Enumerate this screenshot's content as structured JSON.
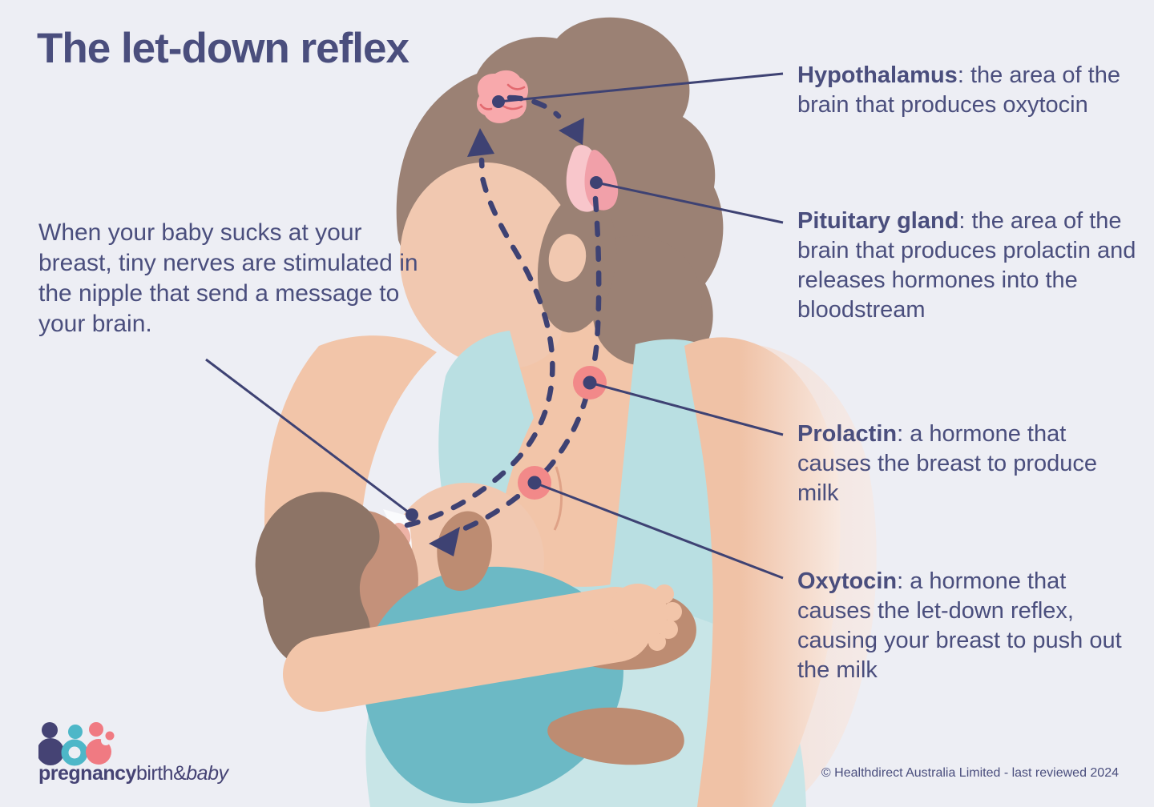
{
  "title": "The let-down reflex",
  "intro_paragraph": "When your baby sucks at your breast, tiny nerves are stimulated in the nipple that send a message to your brain.",
  "annotations": [
    {
      "term": "Hypothalamus",
      "rest": ": the area of the brain that produces oxytocin"
    },
    {
      "term": "Pituitary gland",
      "rest": ": the area of the brain that produces prolactin and releases hormones into the bloodstream"
    },
    {
      "term": "Prolactin",
      "rest": ": a hormone that causes the breast to produce milk"
    },
    {
      "term": "Oxytocin",
      "rest": ": a hormone that causes the let-down reflex, causing your breast to push out the milk"
    }
  ],
  "diagram": {
    "icons": [
      "hypothalamus-icon",
      "pituitary-gland-icon",
      "prolactin-dot-icon",
      "oxytocin-dot-icon",
      "nerve-arrow-icon",
      "hormone-arrow-icon",
      "nipple-marker-dot"
    ],
    "paths": [
      "nerve-signal-path-nipple-to-brain",
      "hormone-path-pituitary-to-breast"
    ]
  },
  "footer": {
    "logo_text": {
      "part1": "pregnancy",
      "part2": "birth",
      "amp": "&",
      "part3": "baby"
    },
    "copyright": "© Healthdirect Australia Limited - last reviewed 2024"
  },
  "colors": {
    "background": "#edeef4",
    "text_navy": "#4a4e7d",
    "line_navy": "#3e4273",
    "hair": "#9b8174",
    "skin_face": "#f1c8b0",
    "skin_body": "#f2c5a9",
    "arm_fade": "#f8e9e1",
    "top_teal": "#b9dfe2",
    "lap_teal": "#c8e5e7",
    "baby_teal": "#6cb9c5",
    "baby_hair": "#8d7466",
    "baby_skin": "#c4917a",
    "baby_limb": "#bd8c72",
    "gland_pink": "#f8a9ac",
    "gland_pink_light": "#f8c6cb",
    "gland_pink_dark": "#f1a0a9",
    "squiggle_red": "#e2696f",
    "hormone_dot_coral": "#f28989",
    "logo_navy": "#454374",
    "logo_teal": "#4db7c8",
    "logo_coral": "#f07a82"
  }
}
